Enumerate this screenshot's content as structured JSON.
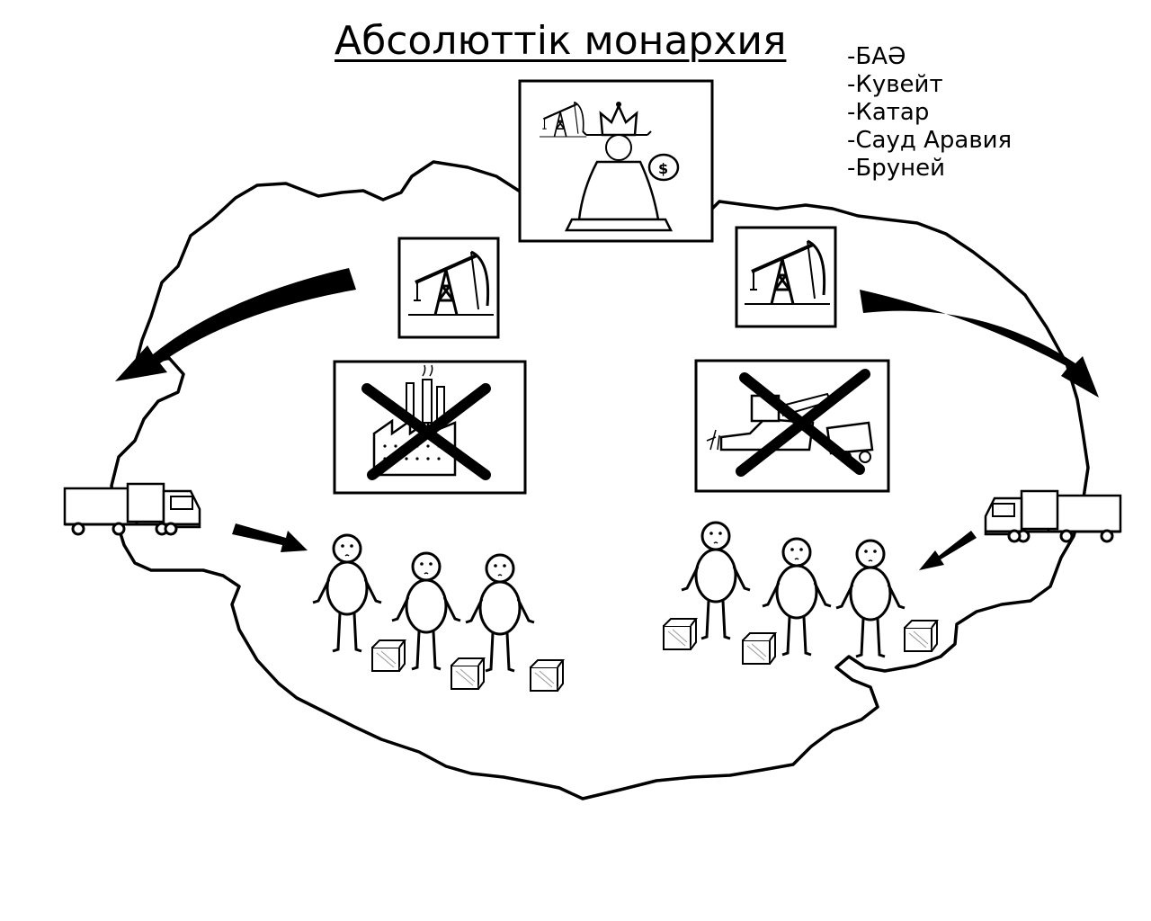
{
  "title": "Абсолюттік монархия",
  "countries": [
    "-БАӘ",
    "-Кувейт",
    "-Катар",
    "-Сауд Аравия",
    "-Бруней"
  ],
  "icons": {
    "center": "monarch-icon",
    "resources": "oil-pump-icon",
    "banned": [
      "factory-icon",
      "harvester-icon"
    ],
    "transport": "truck-icon",
    "people": "person-icon",
    "goods": "box-icon"
  }
}
